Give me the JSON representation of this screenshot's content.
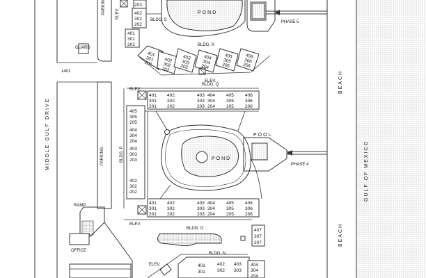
{
  "map": {
    "road": "MIDDLE GULF DRIVE",
    "address": "1401",
    "guard": "GUARD",
    "parking": "PARKING",
    "ramp": "RAMP",
    "office": "OFFICE",
    "beach": "BEACH",
    "gulf": "GULF OF MEXICO",
    "pond": "POND",
    "pool": "POOL",
    "phase4": "PHASE 4",
    "phase5": "PHASE 5",
    "elev": "ELEV.",
    "bldg_s": "BLDG. S",
    "bldg_r": "BLDG. R",
    "bldg_q": "BLDG. Q",
    "bldg_p": "BLDG. P",
    "bldg_o": "BLDG. O",
    "bldg_n": "BLDG. N"
  },
  "units": {
    "s_top": [
      "203"
    ],
    "s_stack": [
      "402",
      "302",
      "202"
    ],
    "s_left": [
      "401",
      "301",
      "201"
    ],
    "r": [
      [
        "401",
        "301",
        "201"
      ],
      [
        "402",
        "302",
        "202"
      ],
      [
        "403",
        "303",
        "203"
      ],
      [
        "404",
        "304",
        "204"
      ],
      [
        "405",
        "305",
        "205"
      ],
      [
        "406",
        "306",
        "206"
      ]
    ],
    "q": [
      [
        "401",
        "301",
        "201"
      ],
      [
        "402",
        "302",
        "202"
      ],
      [
        "403",
        "303",
        "203"
      ],
      [
        "404",
        "304",
        "204"
      ],
      [
        "405",
        "305",
        "205"
      ],
      [
        "406",
        "306",
        "206"
      ]
    ],
    "p": [
      [
        "405",
        "305",
        "205"
      ],
      [
        "404",
        "304",
        "204"
      ],
      [
        "403",
        "303",
        "203"
      ],
      [
        "402",
        "302",
        "202"
      ]
    ],
    "o": [
      [
        "401",
        "301",
        "201"
      ],
      [
        "402",
        "302",
        "202"
      ],
      [
        "403",
        "303",
        "203"
      ],
      [
        "404",
        "304",
        "204"
      ],
      [
        "405",
        "305",
        "205"
      ],
      [
        "406",
        "306",
        "206"
      ]
    ],
    "o_end": [
      "407",
      "307",
      "207"
    ],
    "n": [
      [
        "401",
        "301"
      ],
      [
        "402",
        "302"
      ],
      [
        "403",
        "303"
      ],
      [
        "404",
        "304",
        "204"
      ]
    ]
  }
}
